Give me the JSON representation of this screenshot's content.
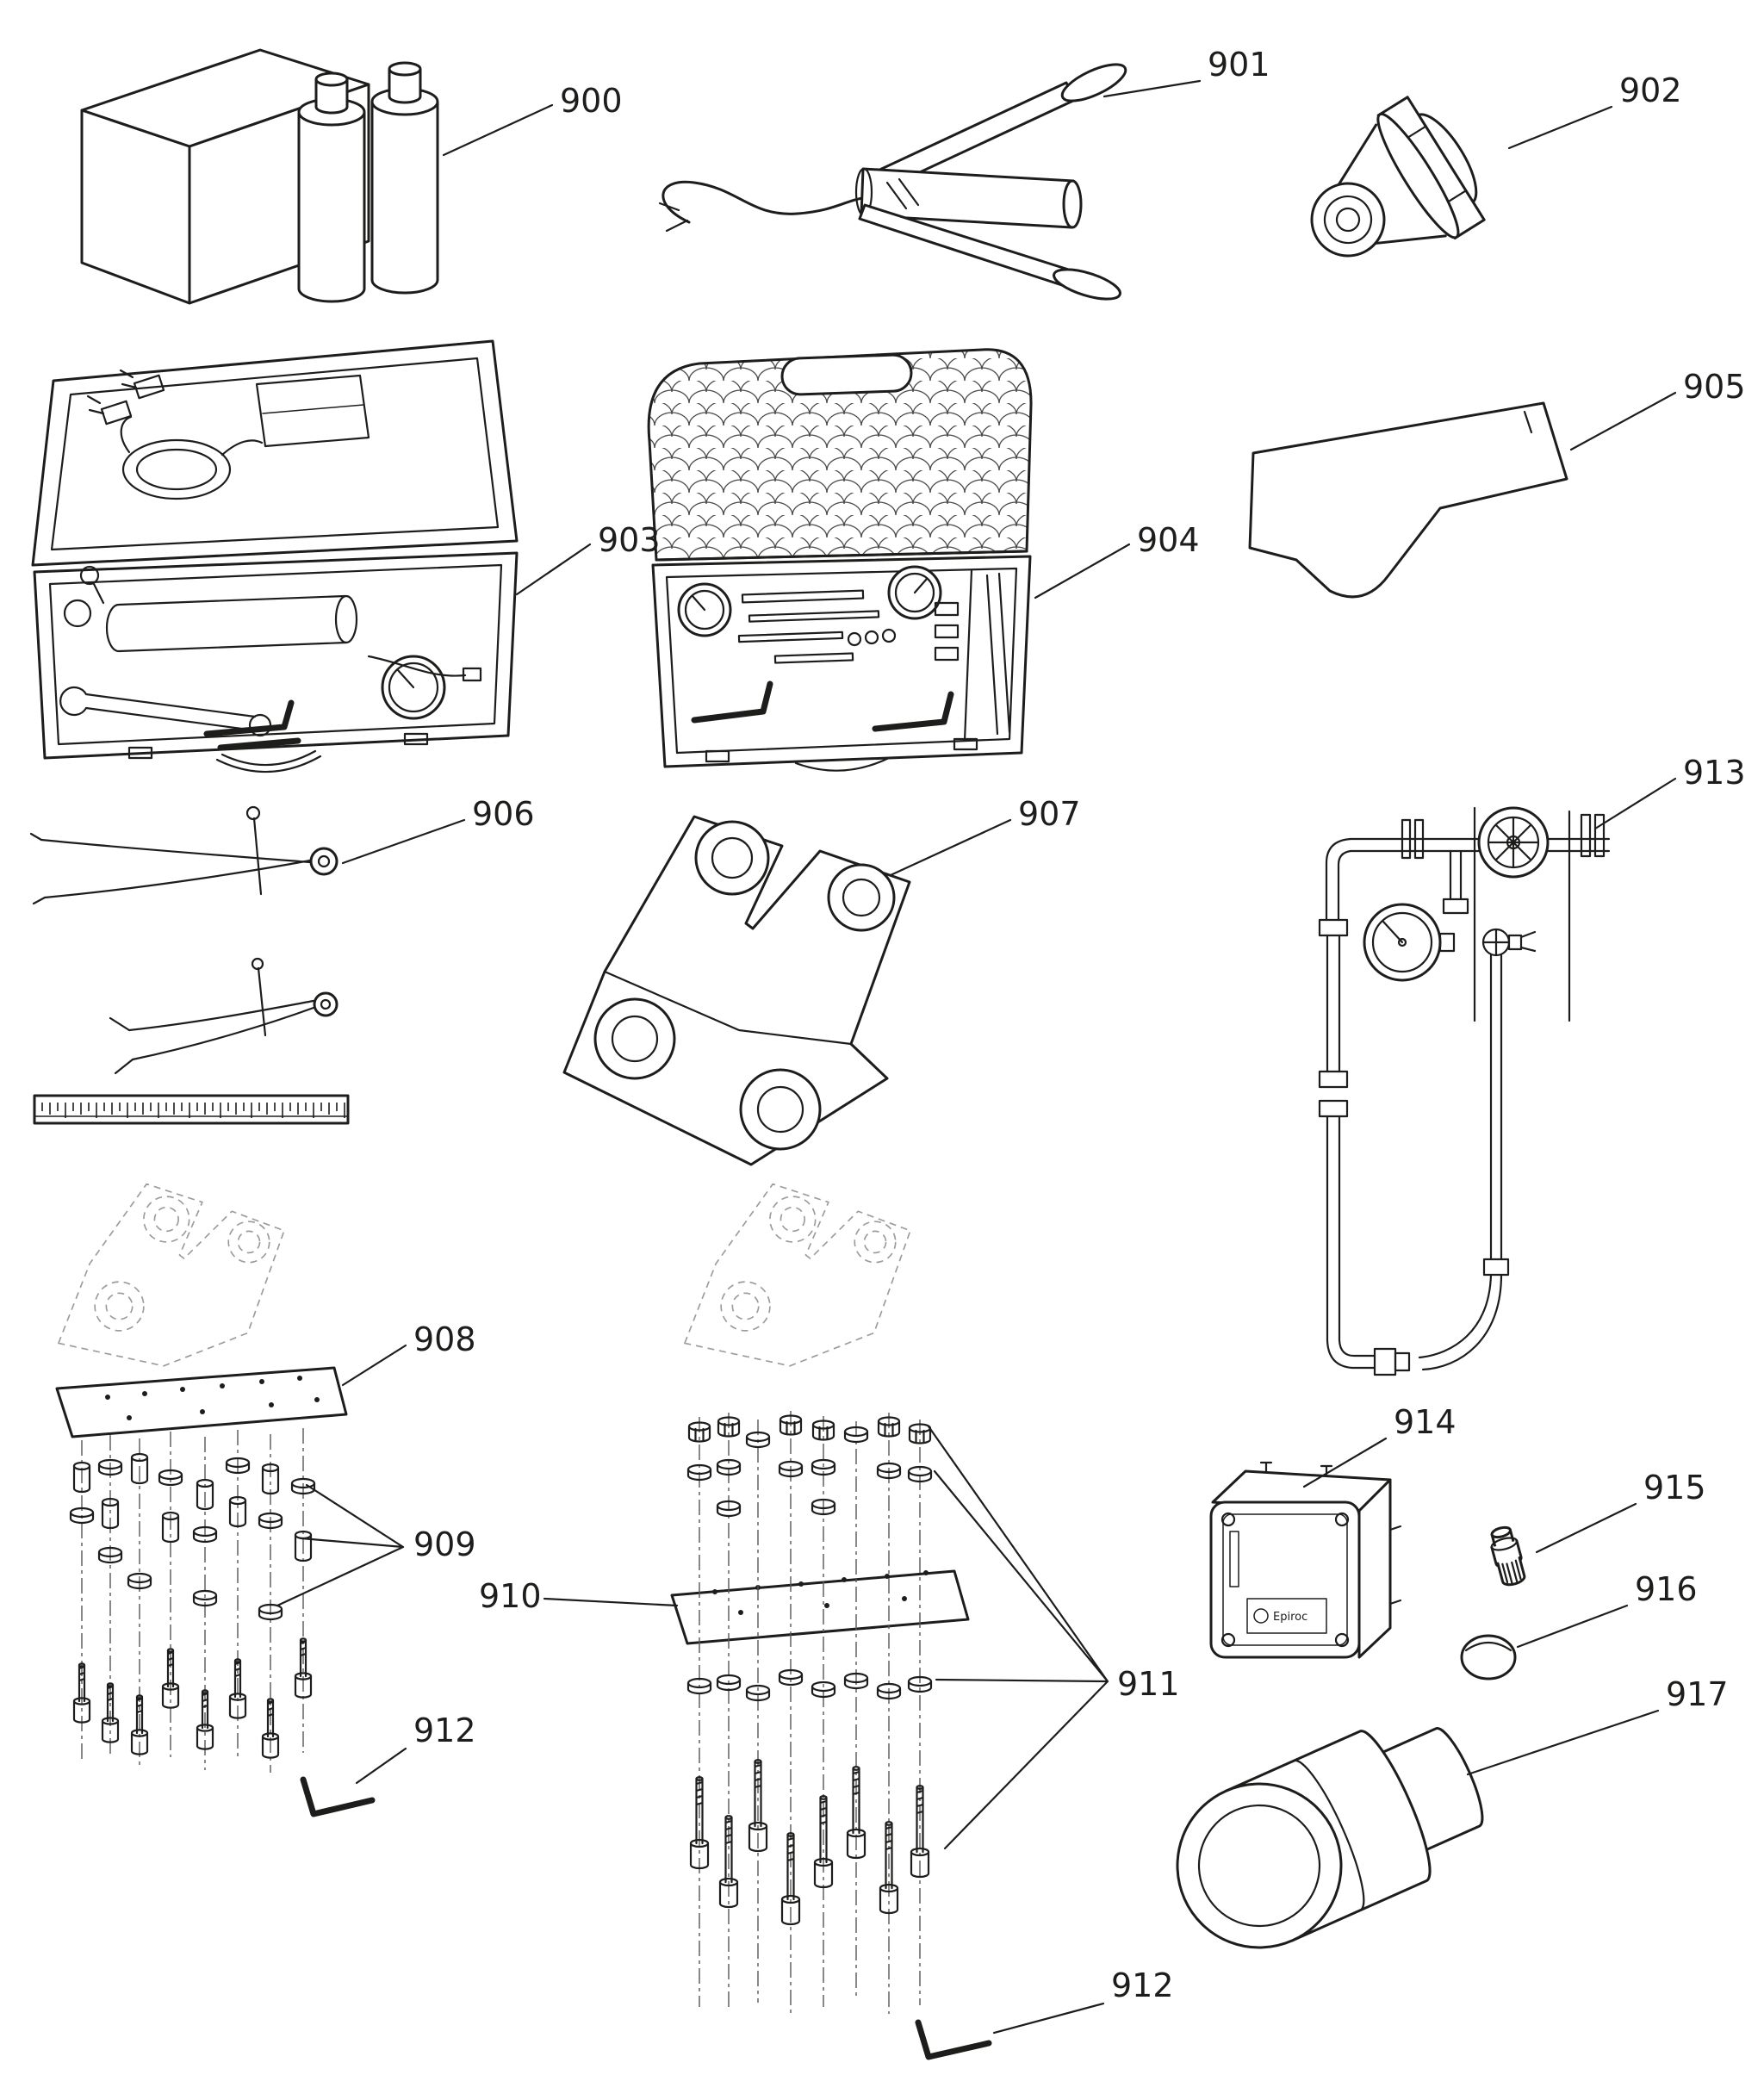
{
  "page": {
    "background": "#ffffff",
    "line_color": "#1d1d1b",
    "ghost_color": "#9b9b9b"
  },
  "callouts": {
    "c900": {
      "label": "900"
    },
    "c901": {
      "label": "901"
    },
    "c902": {
      "label": "902"
    },
    "c903": {
      "label": "903"
    },
    "c904": {
      "label": "904"
    },
    "c905": {
      "label": "905"
    },
    "c906": {
      "label": "906"
    },
    "c907": {
      "label": "907"
    },
    "c908": {
      "label": "908"
    },
    "c909": {
      "label": "909"
    },
    "c910": {
      "label": "910"
    },
    "c911": {
      "label": "911"
    },
    "c912a": {
      "label": "912"
    },
    "c912b": {
      "label": "912"
    },
    "c913": {
      "label": "913"
    },
    "c914": {
      "label": "914"
    },
    "c915": {
      "label": "915"
    },
    "c916": {
      "label": "916"
    },
    "c917": {
      "label": "917"
    }
  },
  "parts": {
    "p914": {
      "box_text": "Epiroc"
    }
  }
}
